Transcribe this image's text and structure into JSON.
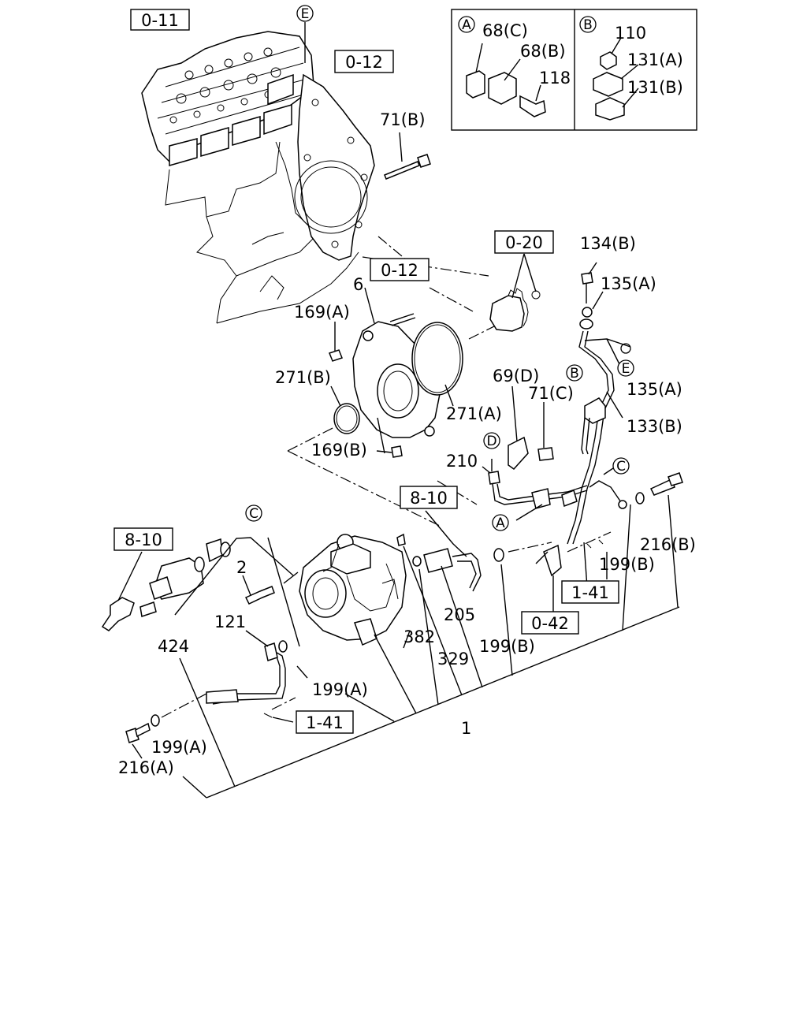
{
  "refs": {
    "r_0_11": "0-11",
    "r_0_12_top": "0-12",
    "r_0_12_mid": "0-12",
    "r_0_20": "0-20",
    "r_8_10_mid": "8-10",
    "r_8_10_left": "8-10",
    "r_1_41_right": "1-41",
    "r_1_41_bottom": "1-41",
    "r_0_42": "0-42"
  },
  "callouts": {
    "E_top": "E",
    "A_inset": "A",
    "B_inset": "B",
    "E_right": "E",
    "B_right": "B",
    "D": "D",
    "C_right": "C",
    "A_pipe": "A",
    "C_left": "C"
  },
  "labels": {
    "p68c": "68(C)",
    "p68b": "68(B)",
    "p118": "118",
    "p110": "110",
    "p131a": "131(A)",
    "p131b": "131(B)",
    "p71b": "71(B)",
    "p134b": "134(B)",
    "p135a_top": "135(A)",
    "p135a_bot": "135(A)",
    "p133b": "133(B)",
    "p6": "6",
    "p169a": "169(A)",
    "p271b": "271(B)",
    "p271a": "271(A)",
    "p169b": "169(B)",
    "p69d": "69(D)",
    "p71c": "71(C)",
    "p210": "210",
    "p216b": "216(B)",
    "p199b_right": "199(B)",
    "p2": "2",
    "p121": "121",
    "p424": "424",
    "p205": "205",
    "p382": "382",
    "p329": "329",
    "p199b_mid": "199(B)",
    "p199a_mid": "199(A)",
    "p199a_bot": "199(A)",
    "p216a": "216(A)",
    "p1": "1"
  }
}
